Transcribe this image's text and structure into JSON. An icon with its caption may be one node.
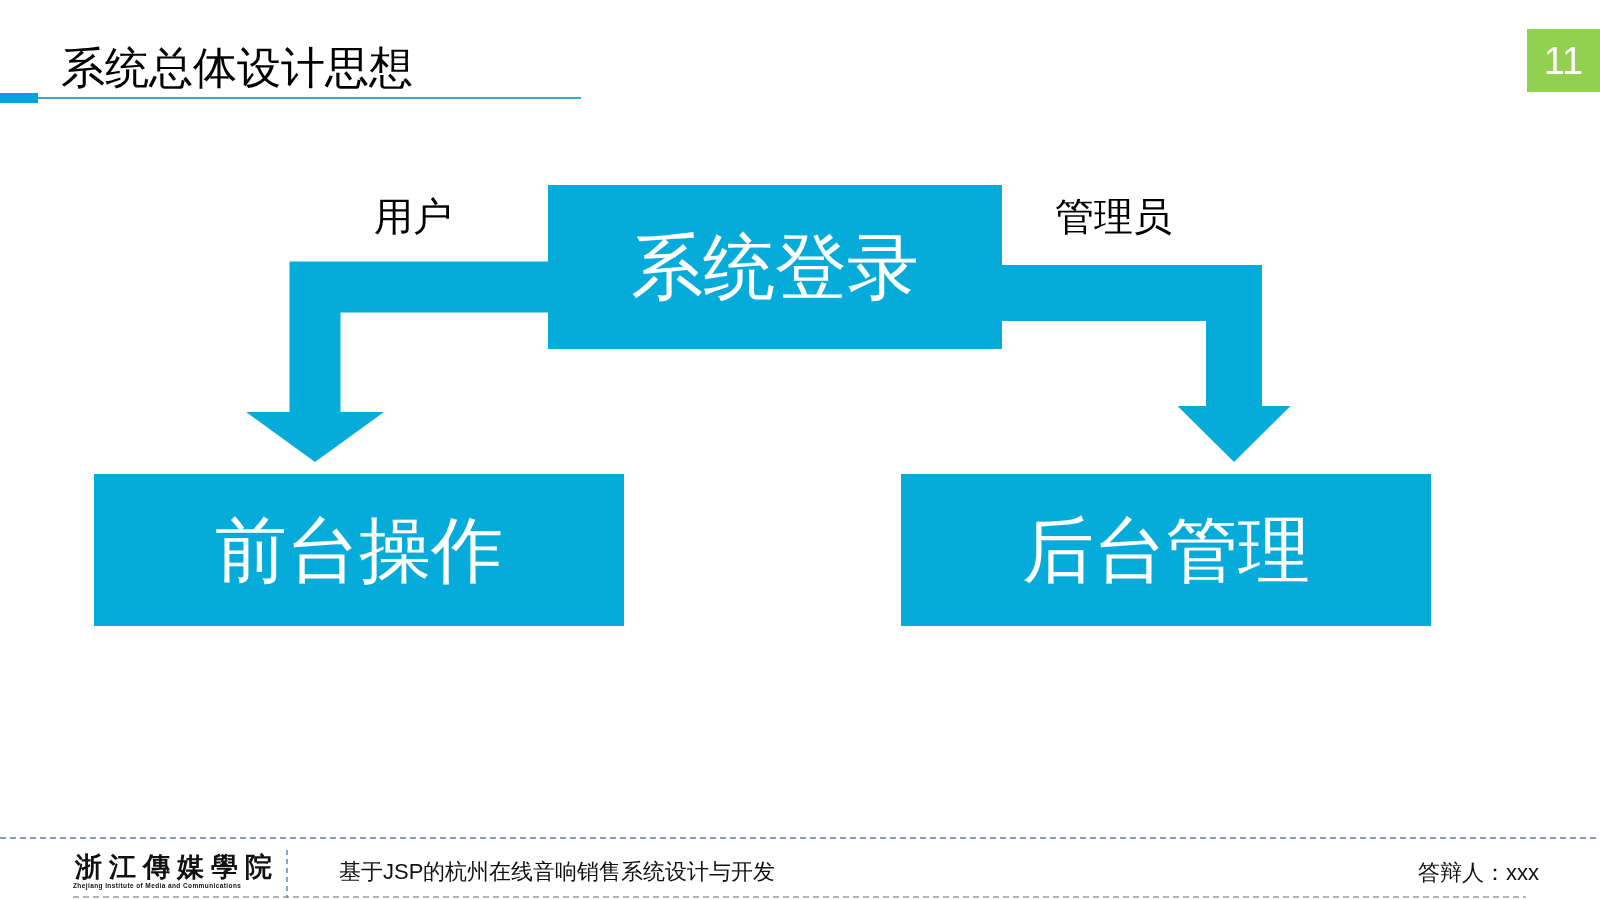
{
  "diagram": {
    "title": "系统总体设计思想",
    "nodes": [
      {
        "text": [
          "系统登录"
        ]
      },
      {
        "text": [
          "前台操作"
        ]
      },
      {
        "text": [
          "后台管理"
        ]
      }
    ],
    "edges": [
      {
        "from": 0,
        "to": 1,
        "arrow": "to",
        "label": "用户"
      },
      {
        "from": 0,
        "to": 2,
        "arrow": "to",
        "label": "管理员"
      }
    ],
    "labels": [
      "11",
      "浙江傳媒學院",
      "Zhejiang Institute of Media and Communications",
      "基于JSP的杭州在线音响销售系统设计与开发",
      "答辩人：xxx"
    ]
  }
}
